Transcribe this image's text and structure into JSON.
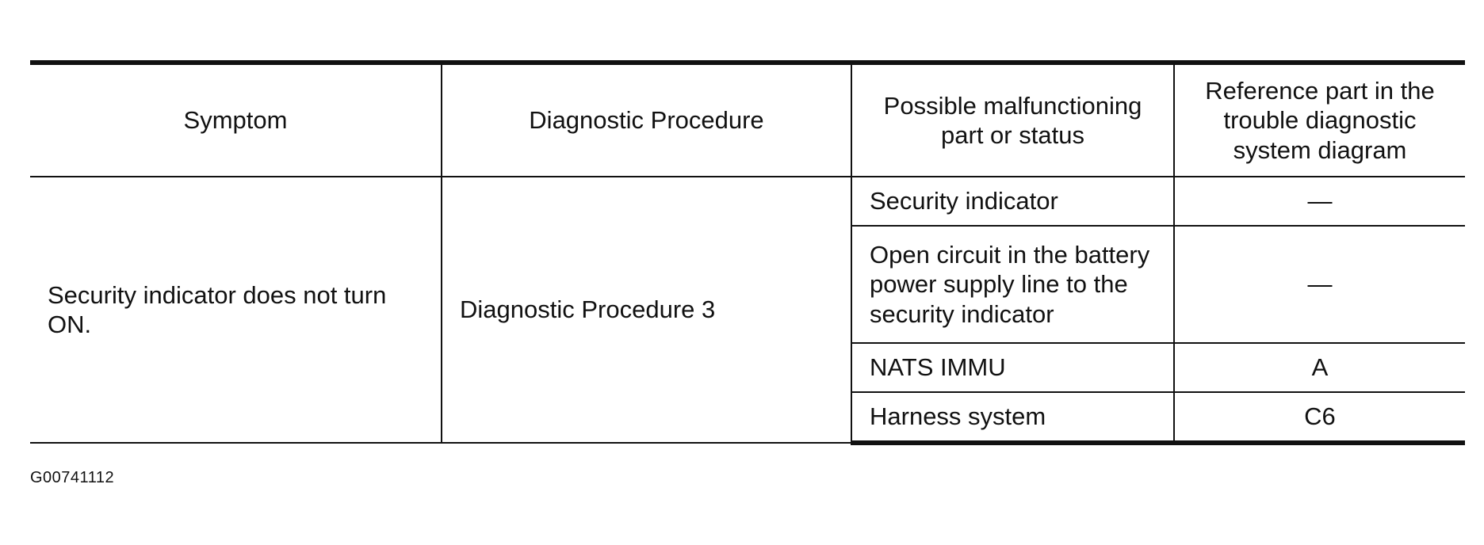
{
  "table": {
    "headers": [
      "Symptom",
      "Diagnostic Procedure",
      "Possible malfunctioning part or status",
      "Reference part in the trouble diagnostic system diagram"
    ],
    "symptom": "Security indicator does not turn ON.",
    "procedure": "Diagnostic Procedure 3",
    "rows": [
      {
        "part": "Security indicator",
        "reference": "—"
      },
      {
        "part": "Open circuit in the battery power supply line to the security indicator",
        "reference": "—"
      },
      {
        "part": "NATS IMMU",
        "reference": "A"
      },
      {
        "part": "Harness system",
        "reference": "C6"
      }
    ]
  },
  "caption": "G00741112"
}
